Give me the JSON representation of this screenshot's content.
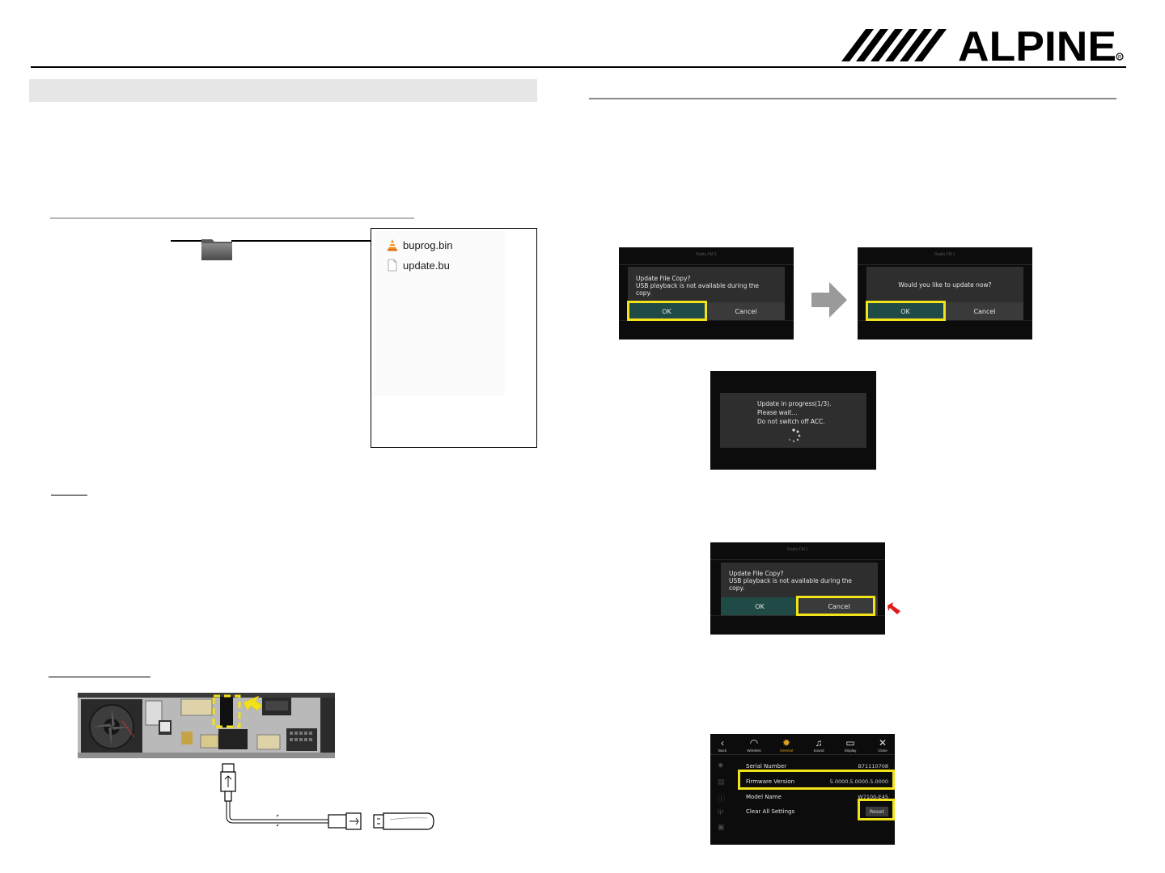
{
  "header": {
    "brand": "ALPINE"
  },
  "file_list": {
    "files": [
      {
        "name": "buprog.bin",
        "icon": "vlc-cone-icon"
      },
      {
        "name": "update.bu",
        "icon": "blank-file-icon"
      }
    ]
  },
  "screens": {
    "copy_prompt": {
      "status": "Radio FM 1",
      "message_line1": "Update File Copy?",
      "message_line2": "USB playback is not available during the",
      "message_line3": "copy.",
      "ok_label": "OK",
      "cancel_label": "Cancel"
    },
    "update_prompt": {
      "status": "Radio FM 1",
      "message": "Would you like to update now?",
      "ok_label": "OK",
      "cancel_label": "Cancel"
    },
    "progress": {
      "line1": "Update in progress(1/3).",
      "line2": "Please wait...",
      "line3": "Do not switch off ACC."
    },
    "cancel_prompt": {
      "status": "Radio FM 1",
      "message_line1": "Update File Copy?",
      "message_line2": "USB playback is not available during the",
      "message_line3": "copy.",
      "ok_label": "OK",
      "cancel_label": "Cancel"
    },
    "settings": {
      "tabs": [
        {
          "label": "Back",
          "icon": "chevron-left-icon"
        },
        {
          "label": "Wireless",
          "icon": "wifi-icon"
        },
        {
          "label": "General",
          "icon": "gear-icon"
        },
        {
          "label": "Sound",
          "icon": "music-note-icon"
        },
        {
          "label": "Display",
          "icon": "monitor-icon"
        },
        {
          "label": "Close",
          "icon": "close-icon"
        }
      ],
      "rows": [
        {
          "label": "Serial Number",
          "value": "B71110708"
        },
        {
          "label": "Firmware Version",
          "value": "5.0000.5.0000.5.0000"
        },
        {
          "label": "Model Name",
          "value": "W7100-E45"
        },
        {
          "label": "Clear All Settings",
          "value": "Reset"
        }
      ]
    }
  },
  "colors": {
    "highlight": "#f2e21a",
    "ok_button": "#1f4a45",
    "active_tab": "#e3a11c",
    "pointer_arrow": "#e01b1b",
    "flow_arrow": "#9a9a9a"
  }
}
